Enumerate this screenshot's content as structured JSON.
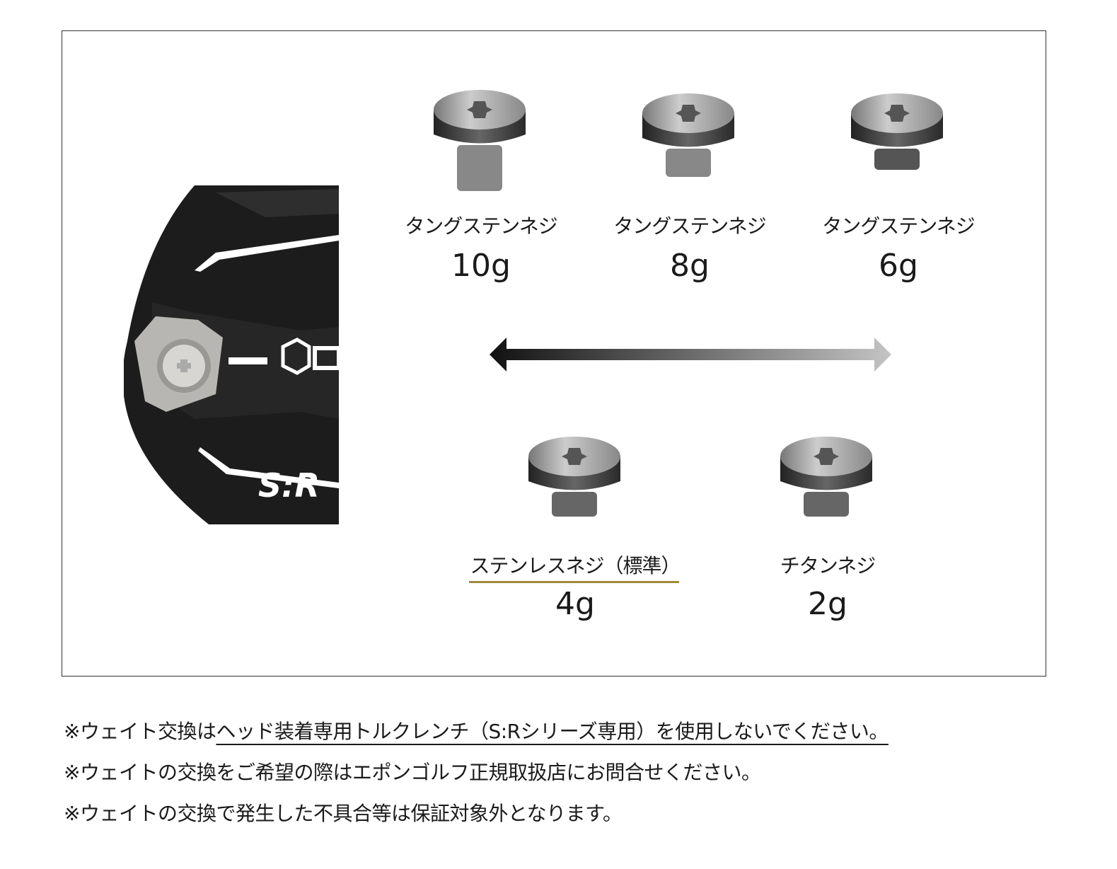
{
  "head_logo_text": "S:R",
  "weights": [
    {
      "name": "タングステンネジ",
      "value": "10g"
    },
    {
      "name": "タングステンネジ",
      "value": "8g"
    },
    {
      "name": "タングステンネジ",
      "value": "6g"
    },
    {
      "name": "ステンレスネジ（標準）",
      "value": "4g",
      "standard": true
    },
    {
      "name": "チタンネジ",
      "value": "2g"
    }
  ],
  "colors": {
    "standard_underline": "#a08a3a",
    "arrow_dark": "#111111",
    "arrow_light": "#bbbbbb"
  },
  "notes": [
    {
      "prefix": "※ウェイト交換は",
      "underlined": "ヘッド装着専用トルクレンチ（S:Rシリーズ専用）を使用しないでください。"
    },
    {
      "text": "※ウェイトの交換をご希望の際はエポンゴルフ正規取扱店にお問合せください。"
    },
    {
      "text": "※ウェイトの交換で発生した不具合等は保証対象外となります。"
    }
  ]
}
